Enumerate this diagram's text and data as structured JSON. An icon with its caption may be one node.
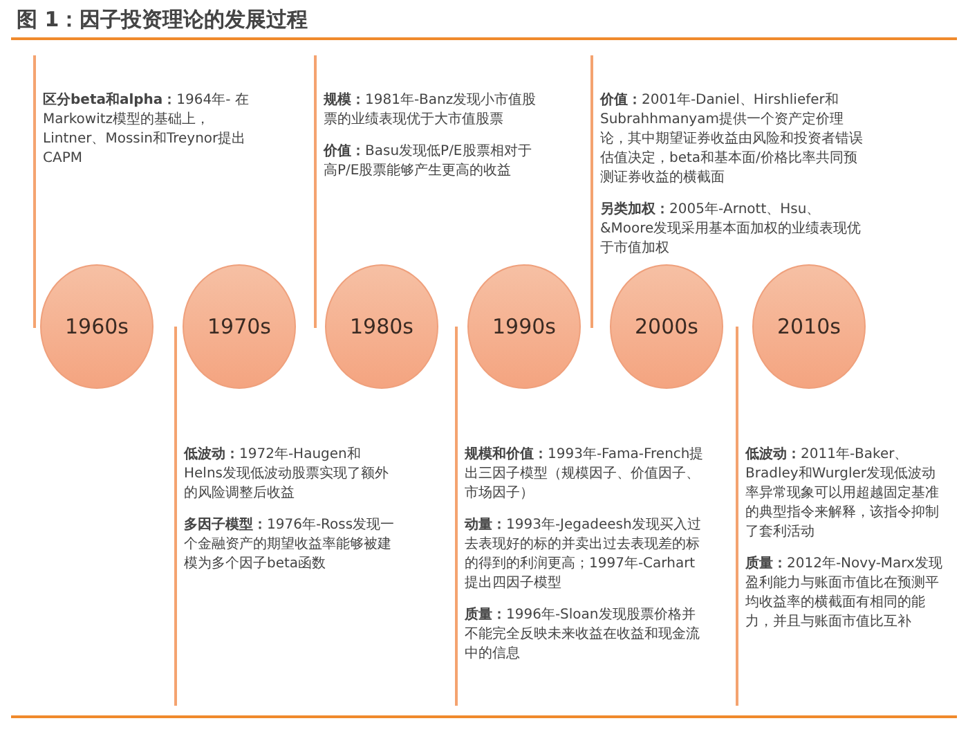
{
  "diagram": {
    "title": "图 1：因子投资理论的发展过程",
    "nodes": [
      {
        "text": [
          "**区分beta和alpha：**1964年- 在Markowitz模型的基础上，Lintner、Mossin和Treynor提出CAPM"
        ]
      },
      {
        "text": [
          "**规模：**1981年-Banz发现小市值股票的业绩表现优于大市值股票",
          "**价值：**Basu发现低P/E股票相对于高P/E股票能够产生更高的收益"
        ]
      },
      {
        "text": [
          "**价值：**2001年-Daniel、Hirshliefer和Subrahhmanyam提供一个资产定价理论，其中期望证券收益由风险和投资者错误估值决定，beta和基本面/价格比率共同预测证券收益的横截面",
          "**另类加权：**2005年-Arnott、Hsu、&Moore发现采用基本面加权的业绩表现优于市值加权"
        ]
      },
      {
        "text": [
          "1960s"
        ]
      },
      {
        "text": [
          "1970s"
        ]
      },
      {
        "text": [
          "1980s"
        ]
      },
      {
        "text": [
          "1990s"
        ]
      },
      {
        "text": [
          "2000s"
        ]
      },
      {
        "text": [
          "2010s"
        ]
      },
      {
        "text": [
          "**低波动：**1972年-Haugen和Helns发现低波动股票实现了额外的风险调整后收益",
          "**多因子模型：**1976年-Ross发现一个金融资产的期望收益率能够被建模为多个因子beta函数"
        ]
      },
      {
        "text": [
          "**规模和价值：**1993年-Fama-French提出三因子模型（规模因子、价值因子、市场因子）",
          "**动量：**1993年-Jegadeesh发现买入过去表现好的标的并卖出过去表现差的标的得到的利润更高；1997年-Carhart 提出四因子模型",
          "**质量：**1996年-Sloan发现股票价格并不能完全反映未来收益在收益和现金流中的信息"
        ]
      },
      {
        "text": [
          "**低波动：**2011年-Baker、Bradley和Wurgler发现低波动率异常现象可以用超越固定基准的典型指令来解释，该指令抑制了套利活动",
          "**质量：**2012年-Novy-Marx发现盈利能力与账面市值比在预测平均收益率的横截面有相同的能力，并且与账面市值比互补"
        ]
      }
    ]
  }
}
